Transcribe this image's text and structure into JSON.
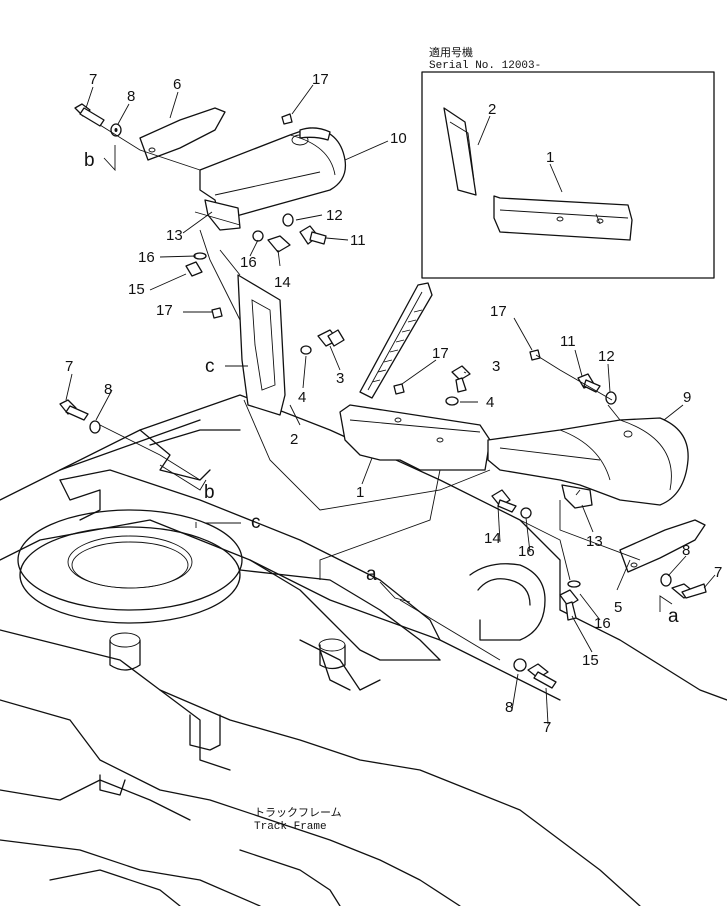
{
  "inset": {
    "title_jp": "適用号機",
    "title_en": "Serial No. 12003-"
  },
  "frame_label": {
    "jp": "トラックフレーム",
    "en": "Track Frame"
  },
  "callouts": [
    {
      "id": "c7a",
      "text": "7"
    },
    {
      "id": "c8a",
      "text": "8"
    },
    {
      "id": "c6",
      "text": "6"
    },
    {
      "id": "cba",
      "text": "b"
    },
    {
      "id": "c17a",
      "text": "17"
    },
    {
      "id": "c10",
      "text": "10"
    },
    {
      "id": "c12a",
      "text": "12"
    },
    {
      "id": "c13a",
      "text": "13"
    },
    {
      "id": "c11a",
      "text": "11"
    },
    {
      "id": "c16a",
      "text": "16"
    },
    {
      "id": "c16b",
      "text": "16"
    },
    {
      "id": "c14a",
      "text": "14"
    },
    {
      "id": "c15a",
      "text": "15"
    },
    {
      "id": "c2i",
      "text": "2"
    },
    {
      "id": "c1i",
      "text": "1"
    },
    {
      "id": "c17b",
      "text": "17"
    },
    {
      "id": "cca",
      "text": "c"
    },
    {
      "id": "c4a",
      "text": "4"
    },
    {
      "id": "c3a",
      "text": "3"
    },
    {
      "id": "c2",
      "text": "2"
    },
    {
      "id": "c7b",
      "text": "7"
    },
    {
      "id": "c8b",
      "text": "8"
    },
    {
      "id": "cbb",
      "text": "b"
    },
    {
      "id": "ccb",
      "text": "c"
    },
    {
      "id": "c17c",
      "text": "17"
    },
    {
      "id": "c3b",
      "text": "3"
    },
    {
      "id": "c4b",
      "text": "4"
    },
    {
      "id": "c1",
      "text": "1"
    },
    {
      "id": "c17d",
      "text": "17"
    },
    {
      "id": "c11b",
      "text": "11"
    },
    {
      "id": "c12b",
      "text": "12"
    },
    {
      "id": "c9",
      "text": "9"
    },
    {
      "id": "c14b",
      "text": "14"
    },
    {
      "id": "c16c",
      "text": "16"
    },
    {
      "id": "c13b",
      "text": "13"
    },
    {
      "id": "c8c",
      "text": "8"
    },
    {
      "id": "c7c",
      "text": "7"
    },
    {
      "id": "c5",
      "text": "5"
    },
    {
      "id": "caa",
      "text": "a"
    },
    {
      "id": "c16d",
      "text": "16"
    },
    {
      "id": "cab",
      "text": "a"
    },
    {
      "id": "c15b",
      "text": "15"
    },
    {
      "id": "c8d",
      "text": "8"
    },
    {
      "id": "c7d",
      "text": "7"
    }
  ]
}
